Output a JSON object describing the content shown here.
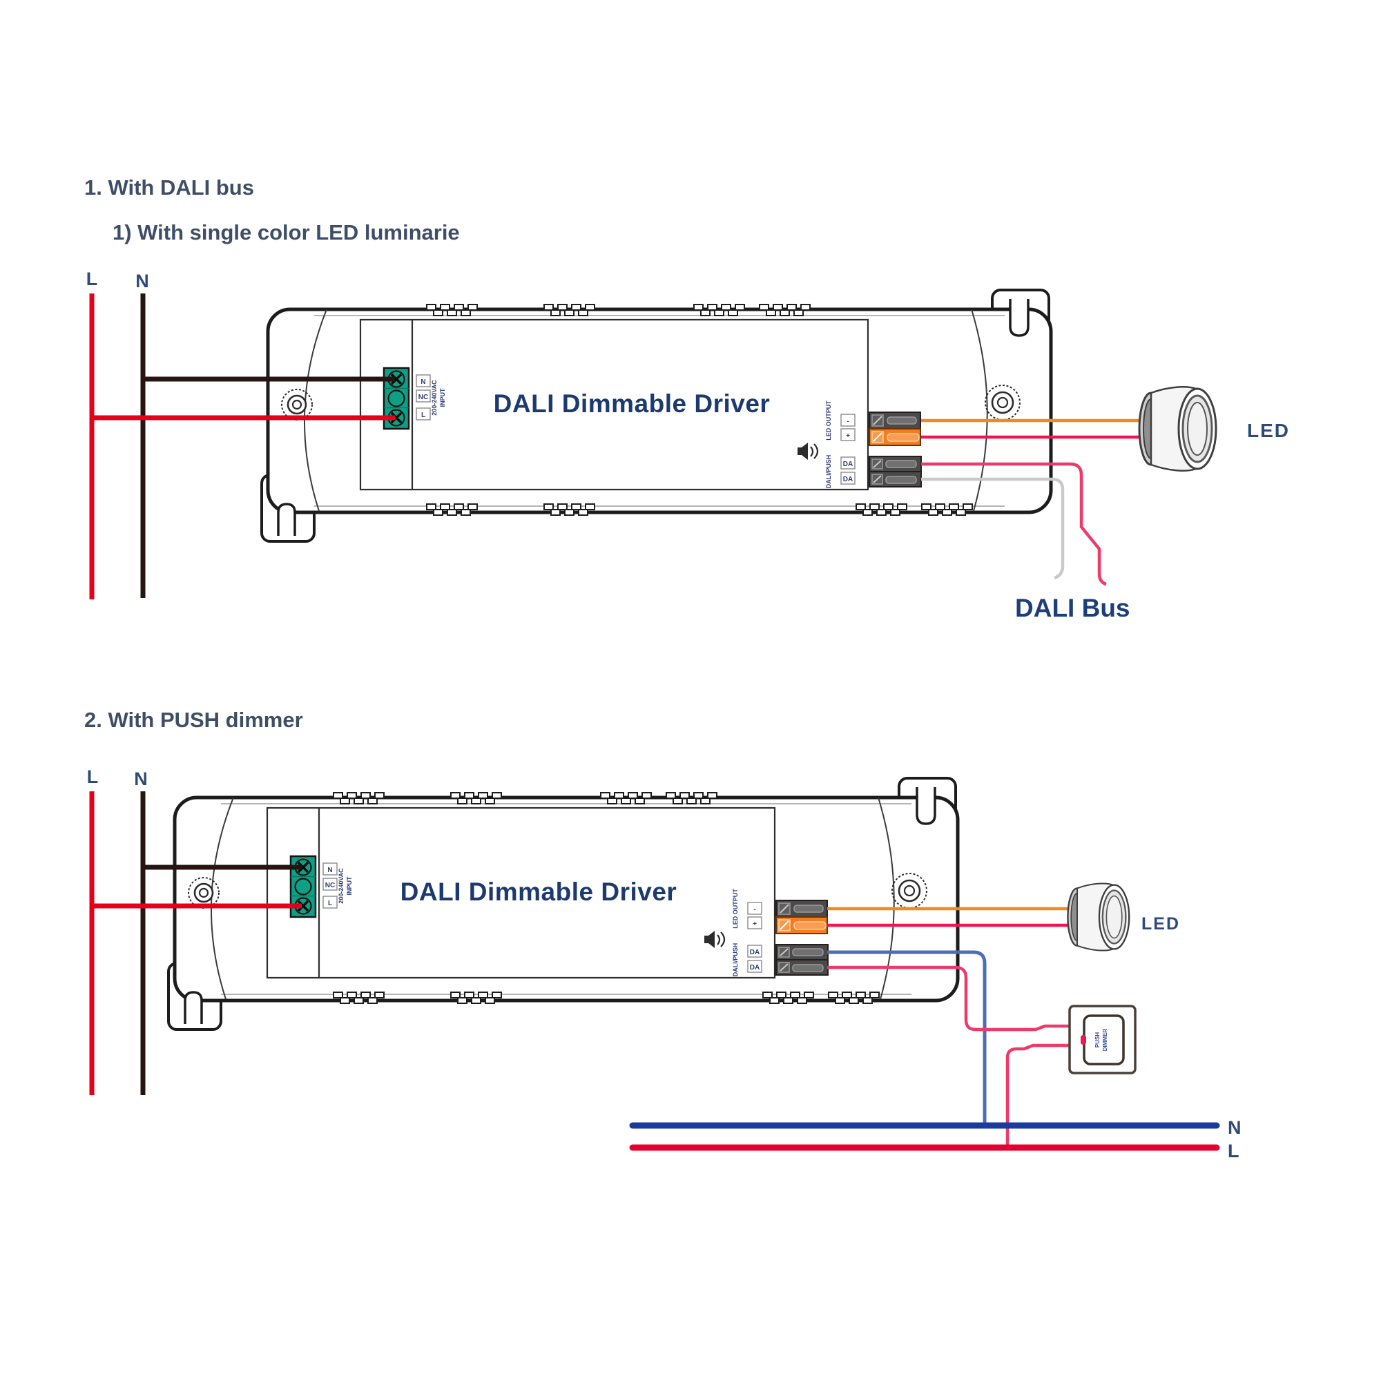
{
  "diagram1": {
    "heading": "1. With DALI bus",
    "subheading": "1)  With single color LED luminarie",
    "mains": {
      "live": "L",
      "neutral": "N"
    },
    "led_label": "LED",
    "dali_bus_label": "DALI Bus"
  },
  "diagram2": {
    "heading": "2. With PUSH dimmer",
    "mains": {
      "live": "L",
      "neutral": "N"
    },
    "led_label": "LED",
    "bus": {
      "neutral": "N",
      "live": "L"
    },
    "push_dimmer": {
      "line1": "PUSH",
      "line2": "DIMMER"
    }
  },
  "driver": {
    "title": "DALI Dimmable Driver",
    "input": {
      "terminals": [
        "N",
        "NC",
        "L"
      ],
      "rating": "200-240VAC",
      "rating_label": "INPUT"
    },
    "led_output": {
      "terminals": [
        "-",
        "+"
      ],
      "label": "LED OUTPUT"
    },
    "dali_port": {
      "terminals": [
        "DA",
        "DA"
      ],
      "label": "DALI/PUSH"
    }
  },
  "colors": {
    "live_wire": "#e50019",
    "neutral_wire": "#271310",
    "led_minus_wire": "#f5881f",
    "led_plus_wire": "#ed1650",
    "dali_wire_pink": "#ed3a6a",
    "dali_wire_gray": "#c9c9c9",
    "push_wire_blue": "#4f6cb5",
    "bus_neutral": "#1b3a9e",
    "bus_live": "#e6002d",
    "input_terminal_green": "#0da085",
    "output_connector_orange": "#f57d1f"
  }
}
